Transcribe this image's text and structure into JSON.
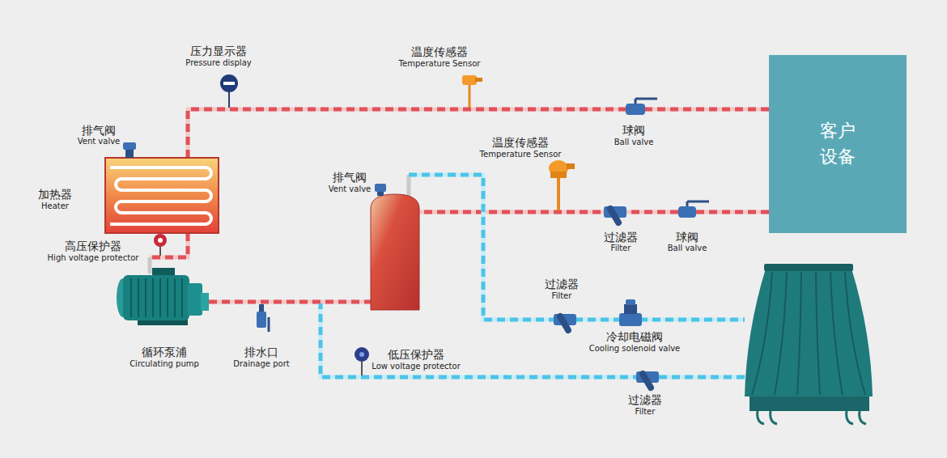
{
  "diagram": {
    "nodes": [
      {
        "text": [
          "客户 设备"
        ]
      }
    ],
    "labels": [
      "压力显示器",
      "Pressure display",
      "温度传感器",
      "Temperature Sensor",
      "排气阀",
      "Vent valve",
      "加热器",
      "Heater",
      "排气阀",
      "Vent valve",
      "温度传感器",
      "Temperature Sensor",
      "球阀",
      "Ball valve",
      "高压保护器",
      "High voltage protector",
      "过滤器",
      "Filter",
      "球阀",
      "Ball valve",
      "过滤器",
      "Filter",
      "冷却电磁阀",
      "Cooling solenoid valve",
      "循环泵浦",
      "Circulating pump",
      "排水口",
      "Drainage port",
      "低压保护器",
      "Low voltage protector",
      "过滤器",
      "Filter"
    ]
  }
}
